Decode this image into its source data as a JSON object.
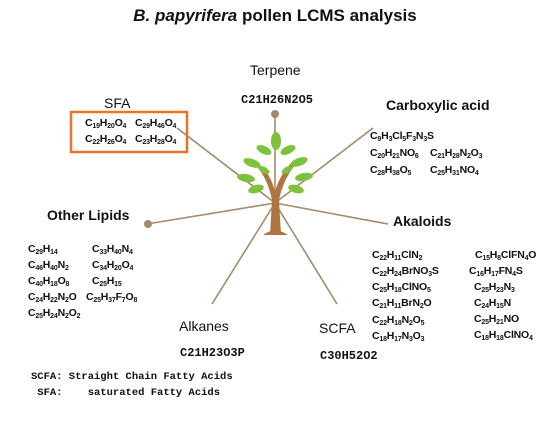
{
  "title_italic": "B. papyrifera",
  "title_rest": " pollen LCMS analysis",
  "colors": {
    "spoke": "#a48a6b",
    "highlight": "#e8742b",
    "leaf": "#7cc23a",
    "trunk": "#b0743f"
  },
  "icons": [
    "plant-icon"
  ],
  "categories": {
    "terpene": {
      "label": "Terpene",
      "formulas": [
        "C21H26N2O5"
      ]
    },
    "carboxylic": {
      "label": "Carboxylic acid",
      "formulas": [
        "C9H3Cl5F3N3S",
        "C20H21NO6",
        "C21H28N2O3",
        "C28H38O5",
        "C25H31NO4"
      ]
    },
    "alkaloids": {
      "label": "Akaloids",
      "formulas": [
        "C22H11ClN2",
        "C15H8ClFN4O",
        "C22H24BrNO3S",
        "C16H17FN4S",
        "C25H18ClNO5",
        "C25H23N3",
        "C21H11BrN2O",
        "C24H15N",
        "C22H18N2O5",
        "C25H21NO",
        "C18H17N3O3",
        "C18H18ClNO4"
      ]
    },
    "scfa": {
      "label": "SCFA",
      "formulas": [
        "C30H52O2"
      ]
    },
    "alkanes": {
      "label": "Alkanes",
      "formulas": [
        "C21H23O3P"
      ]
    },
    "other_lipids": {
      "label": "Other Lipids",
      "formulas": [
        "C29H14",
        "C33H40N4",
        "C46H40N2",
        "C34H20O4",
        "C40H18O8",
        "C25H15",
        "C24H22N2O",
        "C25H37F7O8",
        "C25H24N2O2"
      ]
    },
    "sfa": {
      "label": "SFA",
      "formulas": [
        "C19H20O4",
        "C29H46O4",
        "C22H26O4",
        "C23H28O4"
      ]
    }
  },
  "legend": [
    "SCFA: Straight Chain Fatty Acids",
    " SFA:    saturated Fatty Acids"
  ]
}
